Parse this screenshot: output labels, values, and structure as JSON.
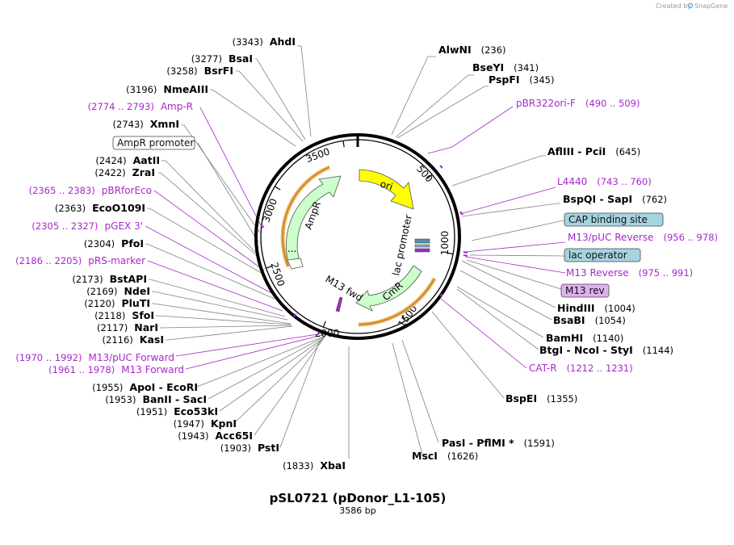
{
  "credit": {
    "prefix": "Created by",
    "brand": "SnapGene"
  },
  "plasmid": {
    "name": "pSL0721 (pDonor_L1-105)",
    "length_label": "3586 bp",
    "length": 3586
  },
  "ticks": [
    "500",
    "1000",
    "1500",
    "2000",
    "2500",
    "3000",
    "3500"
  ],
  "features": [
    {
      "name": "ori",
      "label": "ori",
      "color": "#ffff00"
    },
    {
      "name": "AmpR",
      "label": "AmpR",
      "color": "#ccffcc"
    },
    {
      "name": "CmR",
      "label": "CmR",
      "color": "#ccffcc"
    },
    {
      "name": "lac-promoter",
      "label": "lac promoter",
      "color": "#ffffff"
    },
    {
      "name": "M13-fwd",
      "label": "M13 fwd",
      "color": "#a629c9"
    },
    {
      "name": "AmpR-promoter-dots",
      "label": "...",
      "color": "#ffffff"
    }
  ],
  "right_labels": [
    {
      "enzymes": [
        "AlwNI"
      ],
      "position": "(236)"
    },
    {
      "enzymes": [
        "BseYI"
      ],
      "position": "(341)"
    },
    {
      "enzymes": [
        "PspFI"
      ],
      "position": "(345)"
    },
    {
      "primer": "pBR322ori-F",
      "range": "(490 .. 509)"
    },
    {
      "enzymes": [
        "AflIII",
        "PciI"
      ],
      "position": "(645)"
    },
    {
      "primer": "L4440",
      "range": "(743 .. 760)"
    },
    {
      "enzymes": [
        "BspQI",
        "SapI"
      ],
      "position": "(762)"
    },
    {
      "feature_box": "CAP binding site",
      "color": "#a4d4e0"
    },
    {
      "primer": "M13/pUC Reverse",
      "range": "(956 .. 978)"
    },
    {
      "feature_box": "lac operator",
      "color": "#a4d4e0"
    },
    {
      "primer": "M13 Reverse",
      "range": "(975 .. 991)"
    },
    {
      "feature_box": "M13 rev",
      "color": "#e0b0f0"
    },
    {
      "enzymes": [
        "HindIII"
      ],
      "position": "(1004)"
    },
    {
      "enzymes": [
        "BsaBI"
      ],
      "position": "(1054)"
    },
    {
      "enzymes": [
        "BamHI"
      ],
      "position": "(1140)"
    },
    {
      "enzymes": [
        "BtgI",
        "NcoI",
        "StyI"
      ],
      "position": "(1144)"
    },
    {
      "primer": "CAT-R",
      "range": "(1212 .. 1231)"
    },
    {
      "enzymes": [
        "BspEI"
      ],
      "position": "(1355)"
    },
    {
      "enzymes": [
        "PasI",
        "PflMI *"
      ],
      "position": "(1591)"
    },
    {
      "enzymes": [
        "MscI"
      ],
      "position": "(1626)"
    },
    {
      "enzymes": [
        "XbaI"
      ],
      "position": "(1833)"
    }
  ],
  "left_labels": [
    {
      "enzymes": [
        "AhdI"
      ],
      "position": "(3343)"
    },
    {
      "enzymes": [
        "BsaI"
      ],
      "position": "(3277)"
    },
    {
      "enzymes": [
        "BsrFI"
      ],
      "position": "(3258)"
    },
    {
      "enzymes": [
        "NmeAIII"
      ],
      "position": "(3196)"
    },
    {
      "primer": "Amp-R",
      "range": "(2774 .. 2793)"
    },
    {
      "enzymes": [
        "XmnI"
      ],
      "position": "(2743)"
    },
    {
      "feature_box": "AmpR promoter",
      "color": "#ffffff"
    },
    {
      "enzymes": [
        "AatII"
      ],
      "position": "(2424)"
    },
    {
      "enzymes": [
        "ZraI"
      ],
      "position": "(2422)"
    },
    {
      "primer": "pBRforEco",
      "range": "(2365 .. 2383)"
    },
    {
      "enzymes": [
        "EcoO109I"
      ],
      "position": "(2363)"
    },
    {
      "primer": "pGEX 3'",
      "range": "(2305 .. 2327)"
    },
    {
      "enzymes": [
        "PfoI"
      ],
      "position": "(2304)"
    },
    {
      "primer": "pRS-marker",
      "range": "(2186 .. 2205)"
    },
    {
      "enzymes": [
        "BstAPI"
      ],
      "position": "(2173)"
    },
    {
      "enzymes": [
        "NdeI"
      ],
      "position": "(2169)"
    },
    {
      "enzymes": [
        "PluTI"
      ],
      "position": "(2120)"
    },
    {
      "enzymes": [
        "SfoI"
      ],
      "position": "(2118)"
    },
    {
      "enzymes": [
        "NarI"
      ],
      "position": "(2117)"
    },
    {
      "enzymes": [
        "KasI"
      ],
      "position": "(2116)"
    },
    {
      "primer": "M13/pUC Forward",
      "range": "(1970 .. 1992)"
    },
    {
      "primer": "M13 Forward",
      "range": "(1961 .. 1978)"
    },
    {
      "enzymes": [
        "ApoI",
        "EcoRI"
      ],
      "position": "(1955)"
    },
    {
      "enzymes": [
        "BanII",
        "SacI"
      ],
      "position": "(1953)"
    },
    {
      "enzymes": [
        "Eco53kI"
      ],
      "position": "(1951)"
    },
    {
      "enzymes": [
        "KpnI"
      ],
      "position": "(1947)"
    },
    {
      "enzymes": [
        "Acc65I"
      ],
      "position": "(1943)"
    },
    {
      "enzymes": [
        "PstI"
      ],
      "position": "(1903)"
    }
  ]
}
